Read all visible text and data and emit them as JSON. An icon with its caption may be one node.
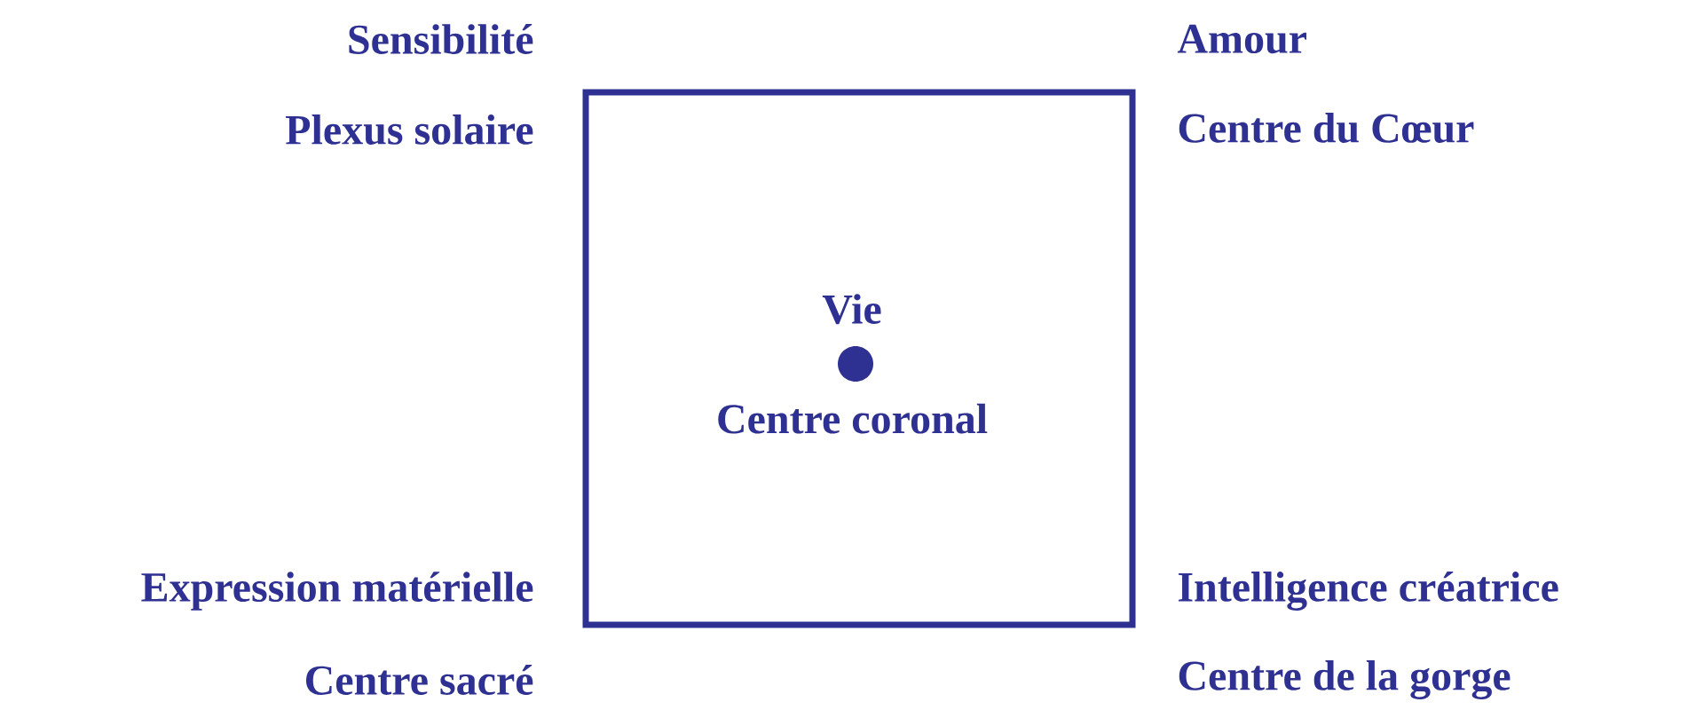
{
  "diagram": {
    "nodes": [
      {
        "text": [],
        "shape": "box"
      },
      {
        "text": [],
        "shape": "circle",
        "in": 0,
        "beside": [
          "Vie",
          "Centre coronal"
        ]
      }
    ],
    "labels": [
      "Sensibilité",
      "Amour",
      "Plexus solaire",
      "Centre du Cœur",
      "Expression matérielle",
      "Intelligence créatrice",
      "Centre sacré",
      "Centre de la gorge"
    ]
  }
}
